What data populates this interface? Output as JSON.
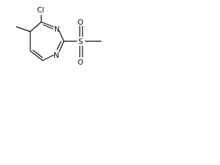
{
  "molecule": {
    "atoms": {
      "cl": "Cl",
      "n1": "N",
      "n3": "N",
      "s": "S",
      "o_top": "O",
      "o_bottom": "O"
    },
    "colors": {
      "atom_text": "#000000",
      "bond": "#000000",
      "background": "#ffffff"
    }
  }
}
